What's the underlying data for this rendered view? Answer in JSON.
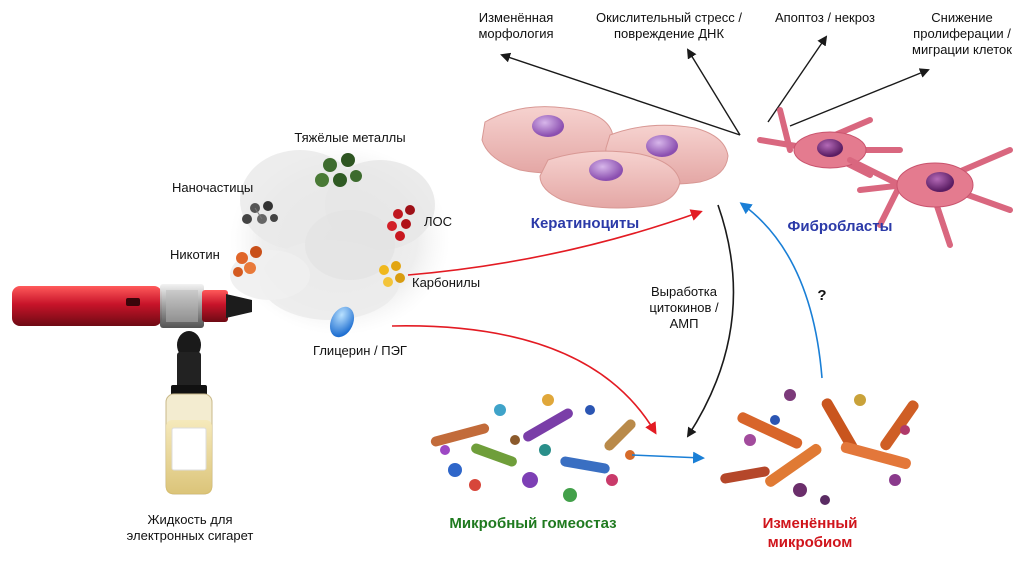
{
  "effects": {
    "morphology": [
      "Изменённая",
      "морфология"
    ],
    "oxidative": [
      "Окислительный стресс /",
      "повреждение ДНК"
    ],
    "apoptosis": "Апоптоз / некроз",
    "proliferation": [
      "Снижение",
      "пролиферации /",
      "миграции клеток"
    ]
  },
  "cells": {
    "keratinocytes": "Кератиноциты",
    "fibroblasts": "Фибробласты"
  },
  "components": {
    "heavy_metals": "Тяжёлые металлы",
    "nanoparticles": "Наночастицы",
    "nicotine": "Никотин",
    "voc": "ЛОС",
    "carbonyls": "Карбонилы",
    "glycerin": "Глицерин / ПЭГ"
  },
  "liquid": [
    "Жидкость для",
    "электронных сигарет"
  ],
  "cytokines": [
    "Выработка",
    "цитокинов /",
    "АМП"
  ],
  "question_mark": "?",
  "microbiome": {
    "homeostasis": "Микробный гомеостаз",
    "altered": [
      "Изменённый",
      "микробиом"
    ]
  },
  "colors": {
    "red_arrow": "#e31b23",
    "blue_arrow": "#1a7fd6",
    "black_arrow": "#1a1a1a",
    "keratinocyte_label": "#2b3aa8",
    "homeostasis_label": "#1f7a1f",
    "altered_label": "#d0141b",
    "vape_body": "#c8142a"
  }
}
